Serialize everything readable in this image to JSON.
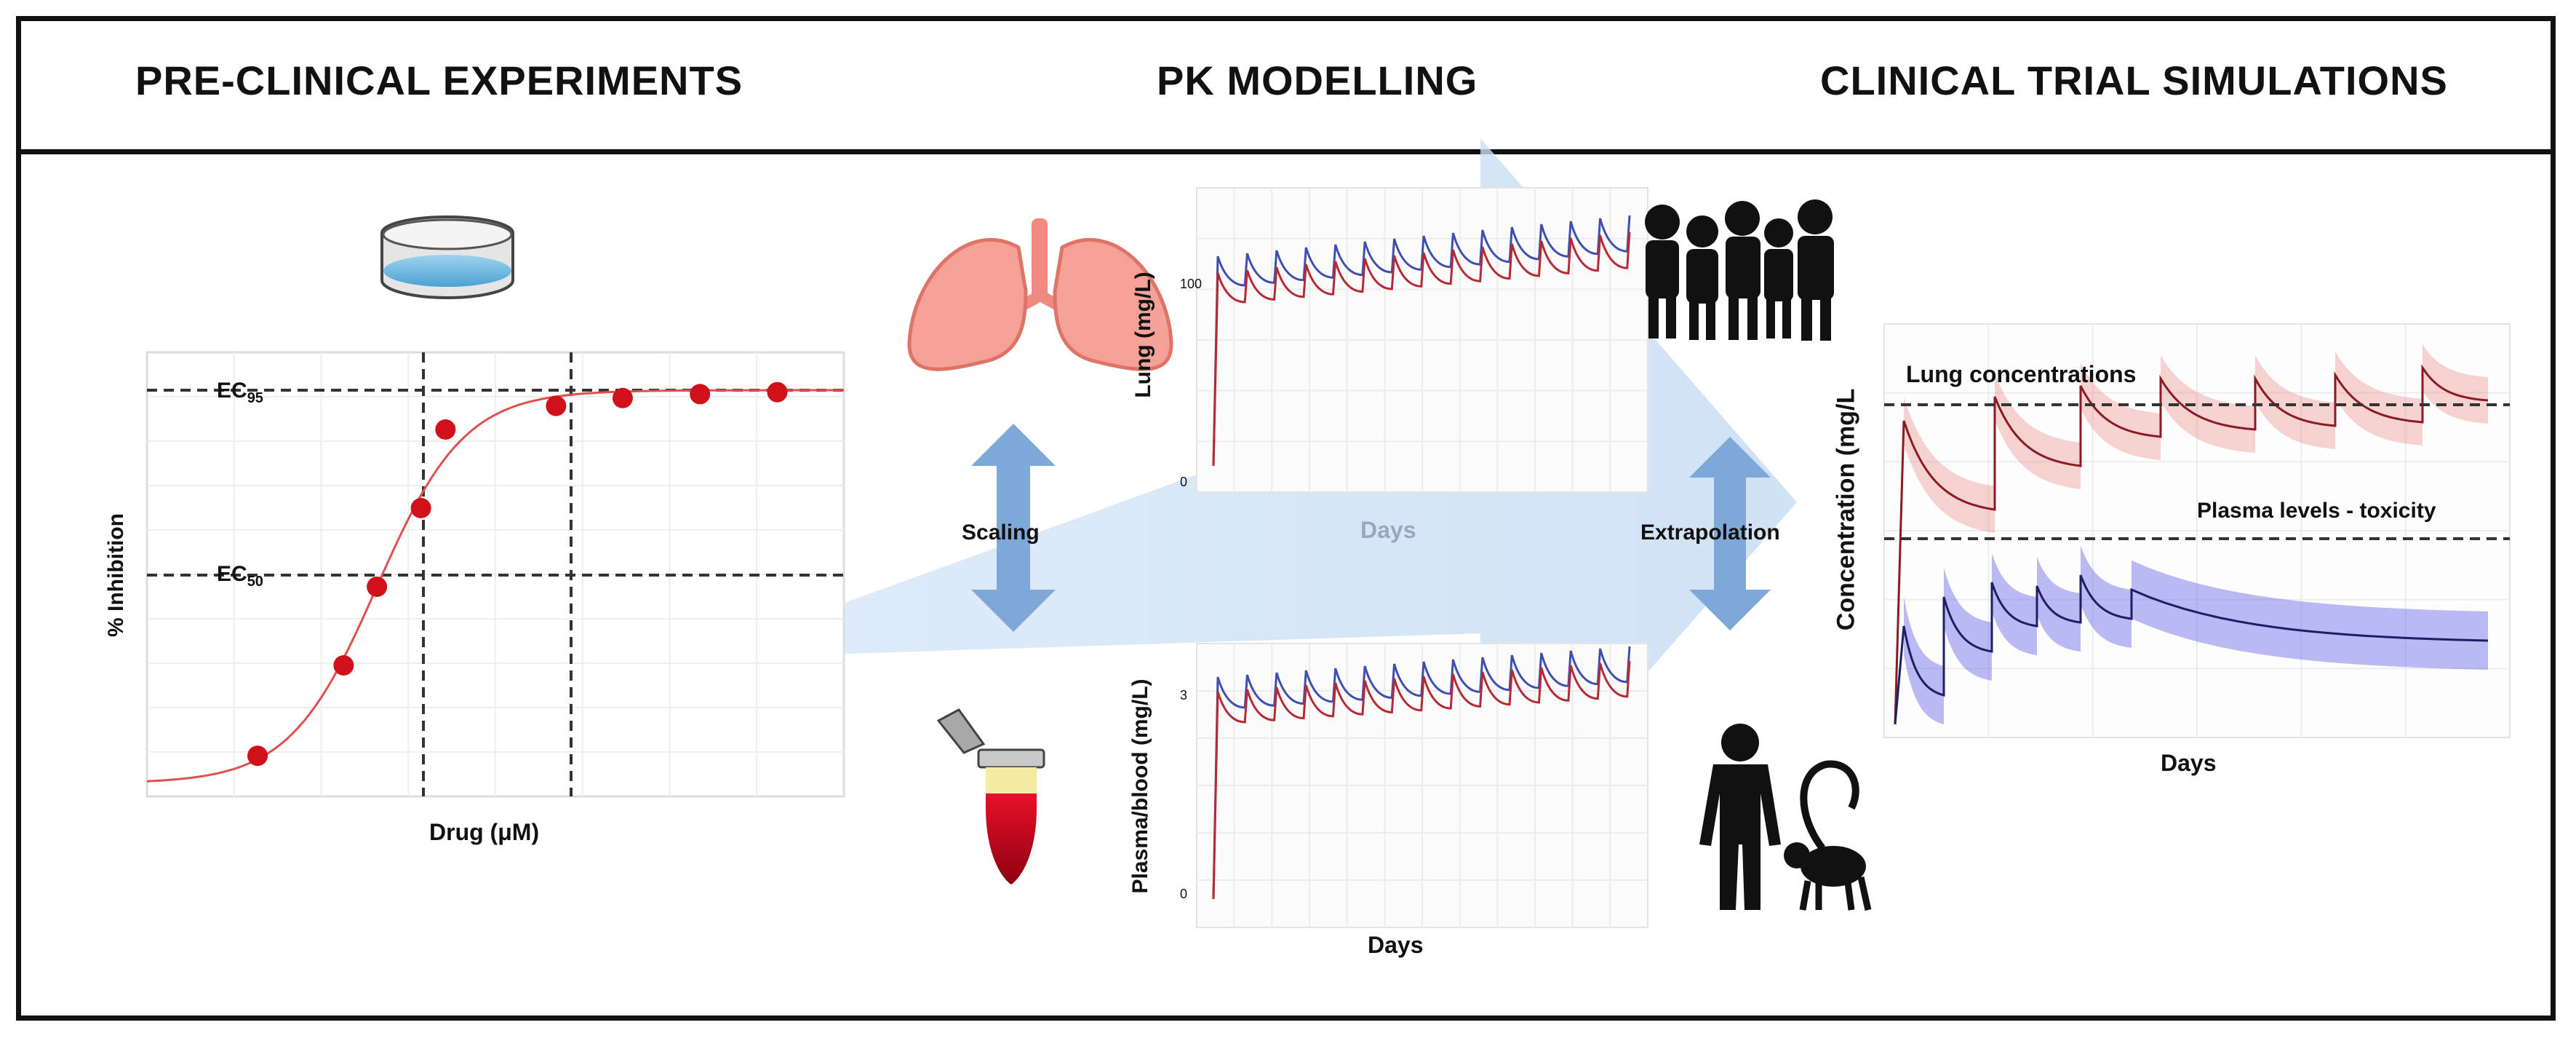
{
  "header": {
    "preclinical": "PRE-CLINICAL EXPERIMENTS",
    "pk": "PK MODELLING",
    "clinical": "CLINICAL TRIAL SIMULATIONS"
  },
  "dose_response": {
    "ylabel": "% Inhibition",
    "xlabel": "Drug (μM)",
    "ec95": {
      "main": "EC",
      "sub": "95"
    },
    "ec50": {
      "main": "EC",
      "sub": "50"
    },
    "points": [
      {
        "x": 0.1,
        "y": 7
      },
      {
        "x": 0.6,
        "y": 30
      },
      {
        "x": 1.2,
        "y": 50
      },
      {
        "x": 3.0,
        "y": 70
      },
      {
        "x": 5.0,
        "y": 90
      },
      {
        "x": 50,
        "y": 96
      },
      {
        "x": 200,
        "y": 98
      },
      {
        "x": 1000,
        "y": 99
      },
      {
        "x": 5000,
        "y": 99.5
      }
    ],
    "colors": {
      "curve": "#e0504d",
      "point": "#d0101a"
    }
  },
  "middle": {
    "scaling": "Scaling",
    "extrapolation": "Extrapolation"
  },
  "pk_lung": {
    "ylabel": "Lung  (mg/L)",
    "xlabel": "Days",
    "yticks": [
      "0",
      "100"
    ]
  },
  "pk_plasma": {
    "ylabel": "Plasma/blood  (mg/L)",
    "xlabel": "Days",
    "yticks": [
      "0",
      "3"
    ]
  },
  "clinical_plot": {
    "ylabel": "Concentration (mg/L",
    "xlabel": "Days",
    "lung_label": "Lung concentrations",
    "plasma_label": "Plasma levels - toxicity",
    "colors": {
      "lung": "#e88f8b",
      "plasma": "#6666e8"
    }
  }
}
